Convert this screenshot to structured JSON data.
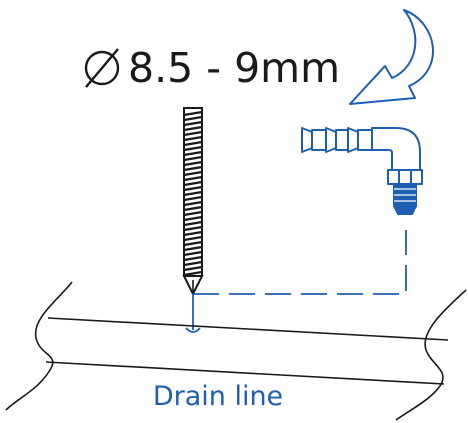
{
  "dimension_label": "8.5 - 9mm",
  "drain_label": "Drain line",
  "colors": {
    "line": "#1a1a1a",
    "accent": "#1f5fb3",
    "background": "#ffffff"
  },
  "icons": {
    "diameter": "diameter-symbol",
    "drill": "drill-bit-icon",
    "fitting": "barbed-elbow-fitting-icon",
    "arrow": "curved-arrow-icon"
  }
}
